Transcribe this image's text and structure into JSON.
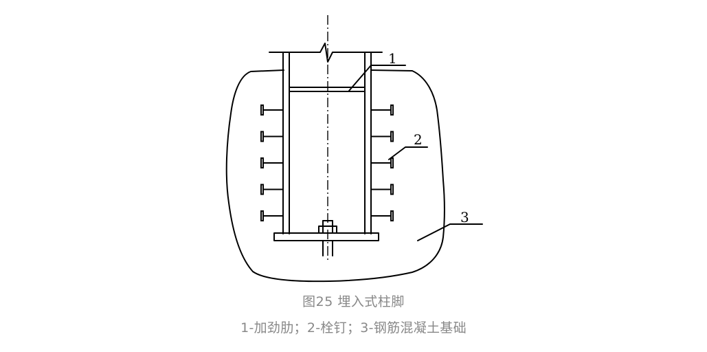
{
  "figure": {
    "labels": {
      "stiffener": "1",
      "stud": "2",
      "concrete": "3"
    }
  },
  "caption": {
    "title": "图25 埋入式柱脚",
    "legend": "1-加劲肋；2-栓钉；3-钢筋混凝土基础"
  },
  "studs": {
    "rows": 5
  },
  "colors": {
    "line": "#000000",
    "caption": "#888888"
  }
}
